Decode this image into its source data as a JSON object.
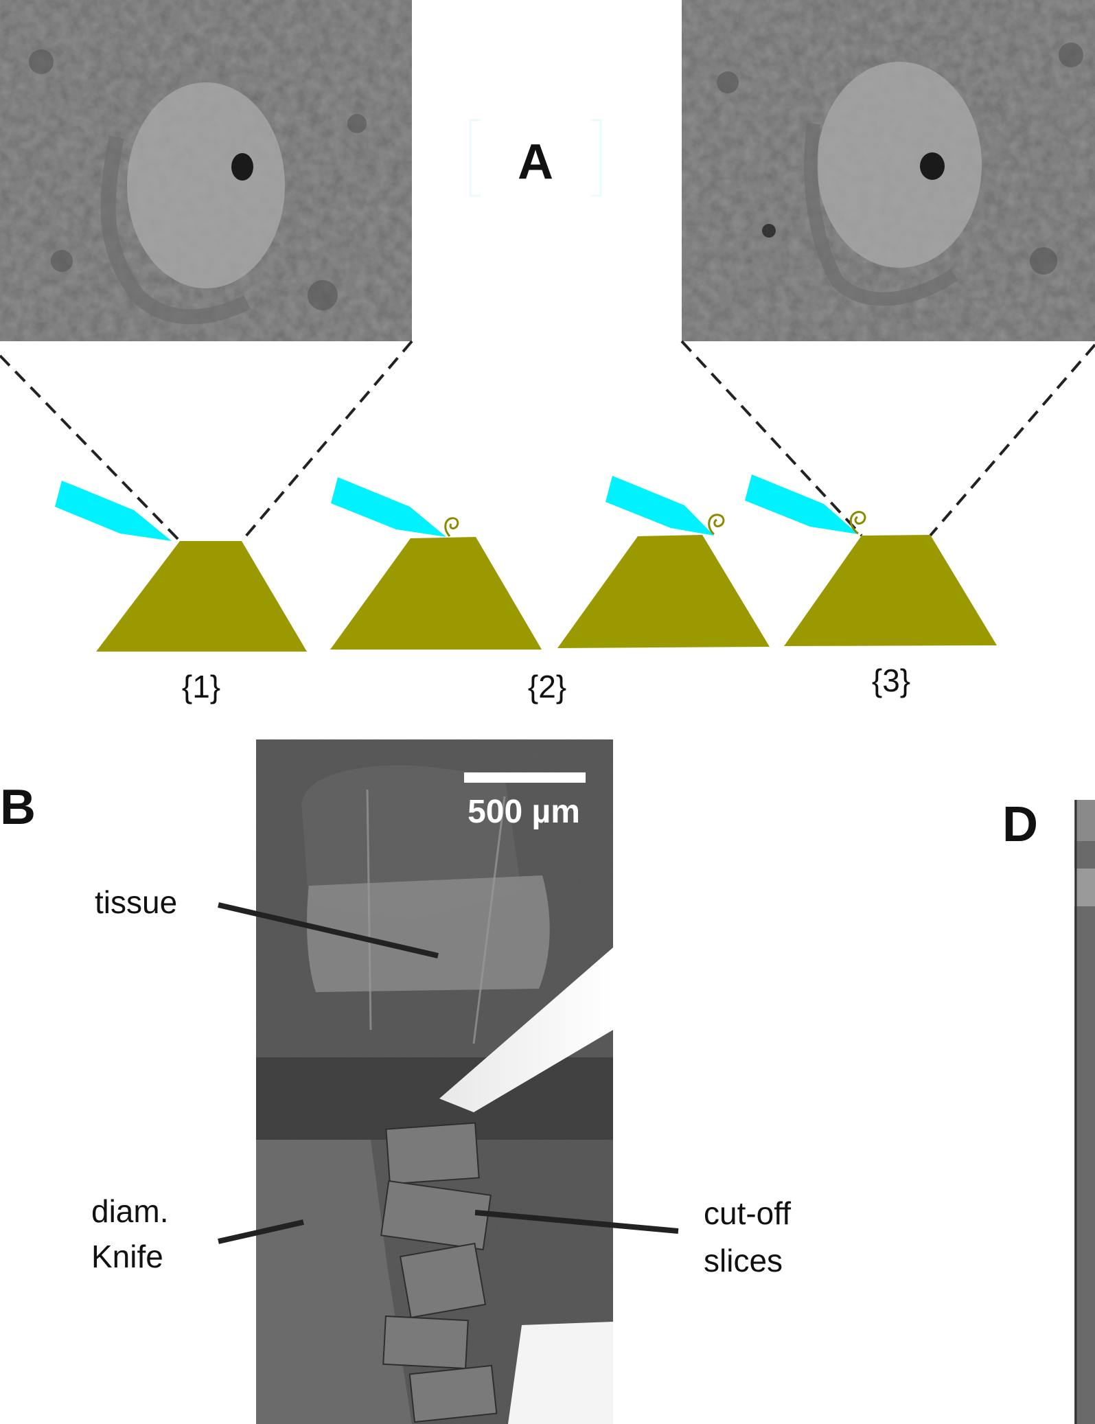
{
  "panel_a": {
    "letter": "A",
    "step_labels": [
      "{1}",
      "{2}",
      "{3}"
    ]
  },
  "panel_b": {
    "letter": "B",
    "scale_bar": "500 µm",
    "labels": {
      "tissue": "tissue",
      "knife_line1": "diam.",
      "knife_line2": "Knife",
      "slices_line1": "cut-off",
      "slices_line2": "slices"
    }
  },
  "panel_d": {
    "letter": "D"
  },
  "colors": {
    "knife": "#00f2ff",
    "block": "#9a9a00",
    "curl": "#8a8a00",
    "em_bg": "#8f8f8f",
    "sem_bg": "#5a5a5a"
  }
}
